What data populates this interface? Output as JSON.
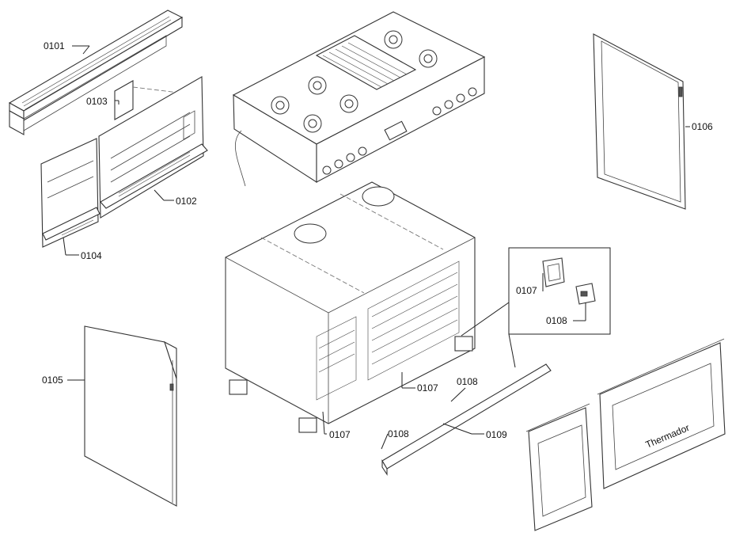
{
  "callouts": {
    "p0101": "0101",
    "p0102": "0102",
    "p0103": "0103",
    "p0104": "0104",
    "p0105": "0105",
    "p0106": "0106",
    "p0107_a": "0107",
    "p0107_b": "0107",
    "p0107_c": "0107",
    "p0108_a": "0108",
    "p0108_b": "0108",
    "p0108_c": "0108",
    "p0109": "0109"
  },
  "badge": {
    "door_logo": "Thermador"
  }
}
